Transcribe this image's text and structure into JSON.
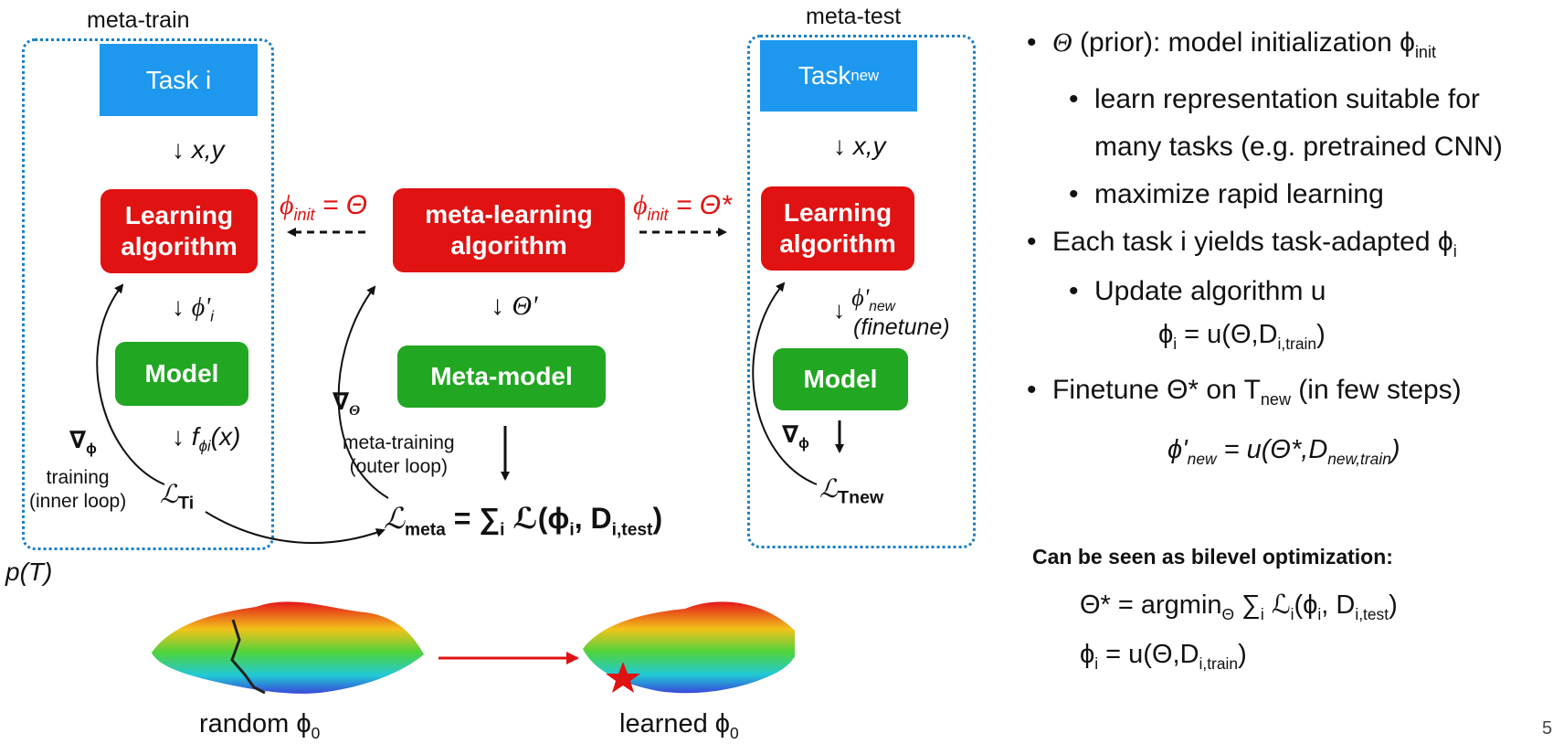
{
  "meta_train": {
    "title": "meta-train",
    "task_label": "Task i",
    "xy_label": "x,y",
    "learning_label": "Learning\nalgorithm",
    "phi_prime_label": "ϕ'",
    "phi_prime_sub": "i",
    "model_label": "Model",
    "f_label": "f",
    "f_sub": "ϕi",
    "f_arg": "(x)",
    "loss_label": "ℒ",
    "loss_sub": "Ti",
    "grad_label": "∇",
    "grad_sub": "ϕ",
    "inner_loop_label": "training\n(inner loop)",
    "pT_label": "p(T)"
  },
  "meta_center": {
    "phi_init_left": "ϕ",
    "phi_init_left_sub": "init",
    "phi_init_left_rest": " = Θ",
    "meta_learning_label": "meta-learning\nalgorithm",
    "theta_prime_label": "Θ'",
    "meta_model_label": "Meta-model",
    "grad_label": "∇",
    "grad_sub": "Θ",
    "outer_loop_label": "meta-training\n(outer loop)",
    "meta_loss_main": "ℒ",
    "meta_loss_sub": "meta",
    "meta_loss_eq": " = ∑",
    "meta_loss_i": "i",
    "meta_loss_rest": " ℒ(ϕ",
    "meta_loss_rest_sub": "i",
    "meta_loss_D": ", D",
    "meta_loss_D_sub": "i,test",
    "meta_loss_close": ")"
  },
  "meta_test": {
    "title": "meta-test",
    "task_label": "Task",
    "task_sub": "new",
    "phi_init_right": "ϕ",
    "phi_init_right_sub": "init",
    "phi_init_right_rest": " = Θ*",
    "xy_label": "x,y",
    "learning_label": "Learning\nalgorithm",
    "phi_new_label": "ϕ'",
    "phi_new_sub": "new",
    "finetune_label": "(finetune)",
    "model_label": "Model",
    "grad_label": "∇",
    "grad_sub": "ϕ",
    "loss_label": "ℒ",
    "loss_sub": "Tnew"
  },
  "landscapes": {
    "random_label": "random ϕ",
    "random_sub": "0",
    "learned_label": "learned ϕ",
    "learned_sub": "0"
  },
  "bullets": {
    "b1_a": "Θ",
    "b1_b": " (prior): model initialization ϕ",
    "b1_sub": "init",
    "b2": "learn representation suitable for",
    "b2_cont": "many tasks (e.g. pretrained CNN)",
    "b3": "maximize rapid learning",
    "b4": "Each task i yields task-adapted ϕ",
    "b4_sub": "i",
    "b5": "Update algorithm u",
    "eq1_a": "ϕ",
    "eq1_sub1": "i",
    "eq1_b": " = u(Θ,D",
    "eq1_sub2": "i,train",
    "eq1_c": ")",
    "b6_a": "Finetune Θ* on T",
    "b6_sub": "new",
    "b6_b": " (in few steps)",
    "eq2_a": "ϕ'",
    "eq2_sub1": "new",
    "eq2_b": " = u(Θ*,D",
    "eq2_sub2": "new,train",
    "eq2_c": ")"
  },
  "bilevel": {
    "heading": "Can be seen as bilevel optimization:",
    "l1_a": "Θ* = argmin",
    "l1_sub1": "Θ",
    "l1_b": " ∑",
    "l1_sub2": "i",
    "l1_c": " ℒ",
    "l1_sub3": "i",
    "l1_d": "(ϕ",
    "l1_sub4": "i",
    "l1_e": ", D",
    "l1_sub5": "i,test",
    "l1_f": ")",
    "l2_a": "ϕ",
    "l2_sub1": "i",
    "l2_b": " = u(Θ,D",
    "l2_sub2": "i,train",
    "l2_c": ")"
  },
  "page_number": "5",
  "colors": {
    "red": "#e01212",
    "green": "#22a722",
    "blue": "#1d98ee",
    "border": "#1a7fc4"
  }
}
